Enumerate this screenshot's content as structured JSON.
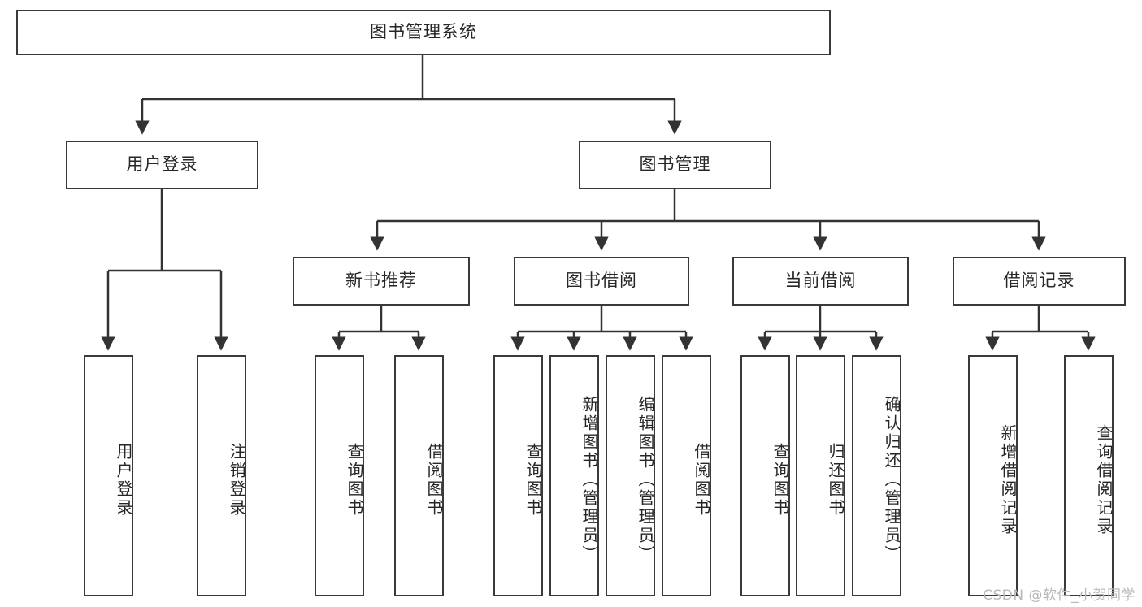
{
  "diagram": {
    "title": "图书管理系统",
    "watermark": "CSDN @软件_小贺同学",
    "colors": {
      "box_border": "#3a3a3a",
      "box_fill": "#ffffff",
      "edge": "#333333",
      "text": "#262626",
      "watermark": "#b9b9b9"
    },
    "root": {
      "label": "图书管理系统"
    },
    "level2": [
      {
        "label": "用户登录"
      },
      {
        "label": "图书管理"
      }
    ],
    "level3": [
      {
        "label": "新书推荐"
      },
      {
        "label": "图书借阅"
      },
      {
        "label": "当前借阅"
      },
      {
        "label": "借阅记录"
      }
    ],
    "leaves": {
      "user_login": [
        {
          "label": "用户登录"
        },
        {
          "label": "注销登录"
        }
      ],
      "new_book": [
        {
          "label": "查询图书"
        },
        {
          "label": "借阅图书"
        }
      ],
      "borrow": [
        {
          "label": "查询图书"
        },
        {
          "label": "新增图书（管理员）"
        },
        {
          "label": "编辑图书（管理员）"
        },
        {
          "label": "借阅图书"
        }
      ],
      "current": [
        {
          "label": "查询图书"
        },
        {
          "label": "归还图书"
        },
        {
          "label": "确认归还（管理员）"
        }
      ],
      "records": [
        {
          "label": "新增借阅记录"
        },
        {
          "label": "查询借阅记录"
        }
      ]
    }
  }
}
